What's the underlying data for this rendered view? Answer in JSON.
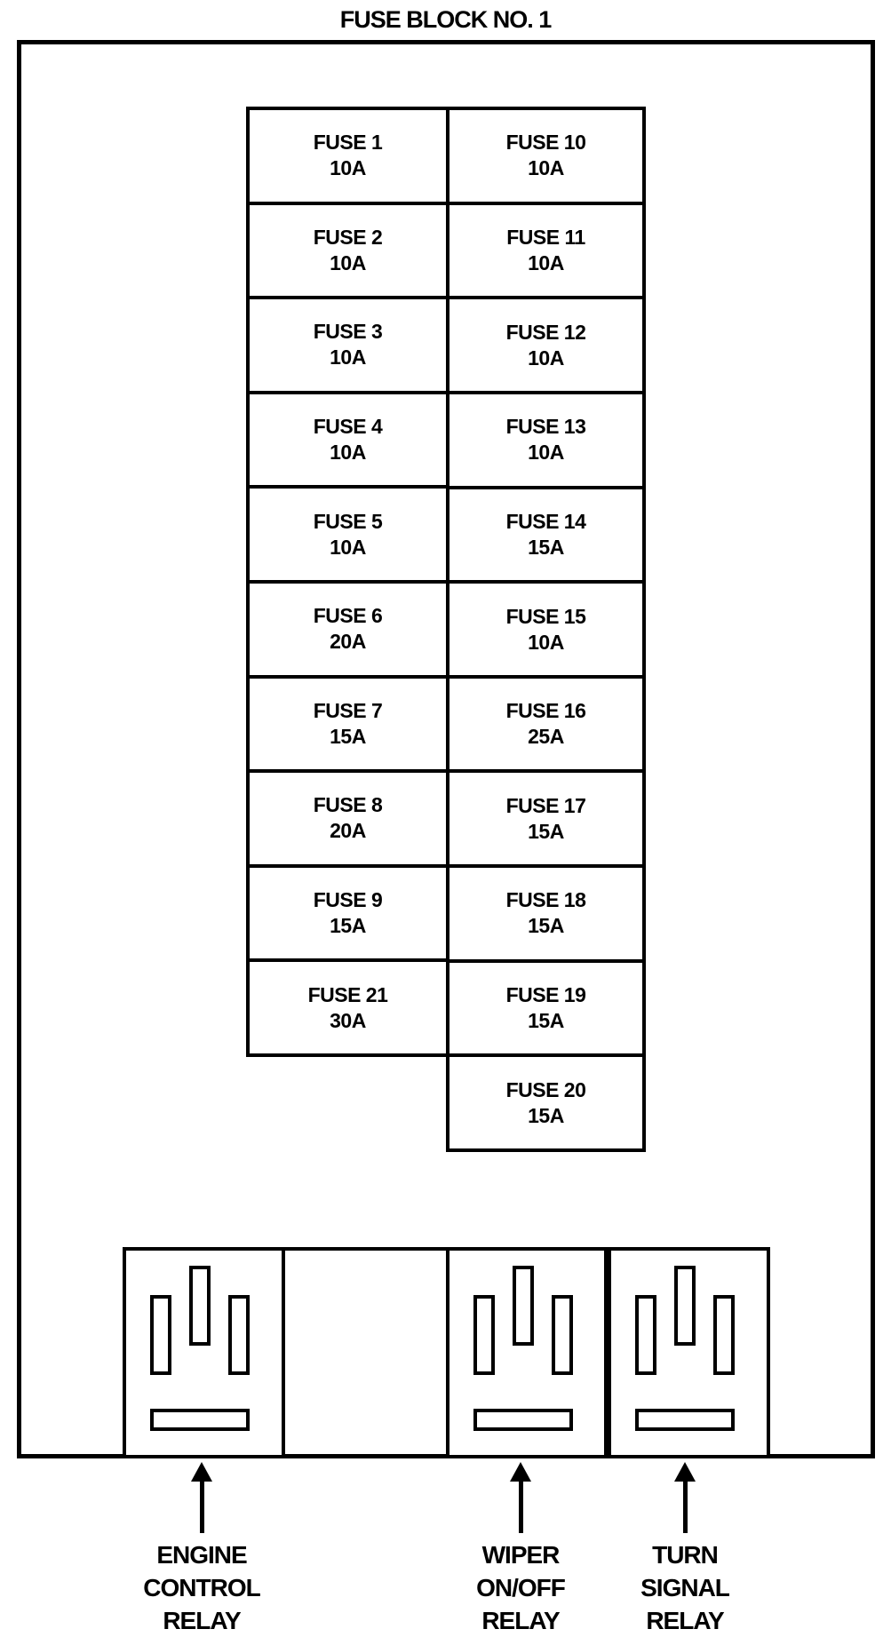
{
  "title": "FUSE BLOCK NO. 1",
  "fuses": {
    "left": [
      {
        "name": "FUSE 1",
        "rating": "10A"
      },
      {
        "name": "FUSE 2",
        "rating": "10A"
      },
      {
        "name": "FUSE 3",
        "rating": "10A"
      },
      {
        "name": "FUSE 4",
        "rating": "10A"
      },
      {
        "name": "FUSE 5",
        "rating": "10A"
      },
      {
        "name": "FUSE 6",
        "rating": "20A"
      },
      {
        "name": "FUSE 7",
        "rating": "15A"
      },
      {
        "name": "FUSE 8",
        "rating": "20A"
      },
      {
        "name": "FUSE 9",
        "rating": "15A"
      },
      {
        "name": "FUSE 21",
        "rating": "30A"
      }
    ],
    "right": [
      {
        "name": "FUSE 10",
        "rating": "10A"
      },
      {
        "name": "FUSE 11",
        "rating": "10A"
      },
      {
        "name": "FUSE 12",
        "rating": "10A"
      },
      {
        "name": "FUSE 13",
        "rating": "10A"
      },
      {
        "name": "FUSE 14",
        "rating": "15A"
      },
      {
        "name": "FUSE 15",
        "rating": "10A"
      },
      {
        "name": "FUSE 16",
        "rating": "25A"
      },
      {
        "name": "FUSE 17",
        "rating": "15A"
      },
      {
        "name": "FUSE 18",
        "rating": "15A"
      },
      {
        "name": "FUSE 19",
        "rating": "15A"
      },
      {
        "name": "FUSE 20",
        "rating": "15A"
      }
    ]
  },
  "relays": [
    {
      "lines": [
        "ENGINE",
        "CONTROL",
        "RELAY"
      ]
    },
    {
      "lines": [
        "WIPER",
        "ON/OFF",
        "RELAY"
      ]
    },
    {
      "lines": [
        "TURN",
        "SIGNAL",
        "RELAY"
      ]
    }
  ],
  "colors": {
    "ink": "#000000",
    "paper": "#ffffff"
  }
}
